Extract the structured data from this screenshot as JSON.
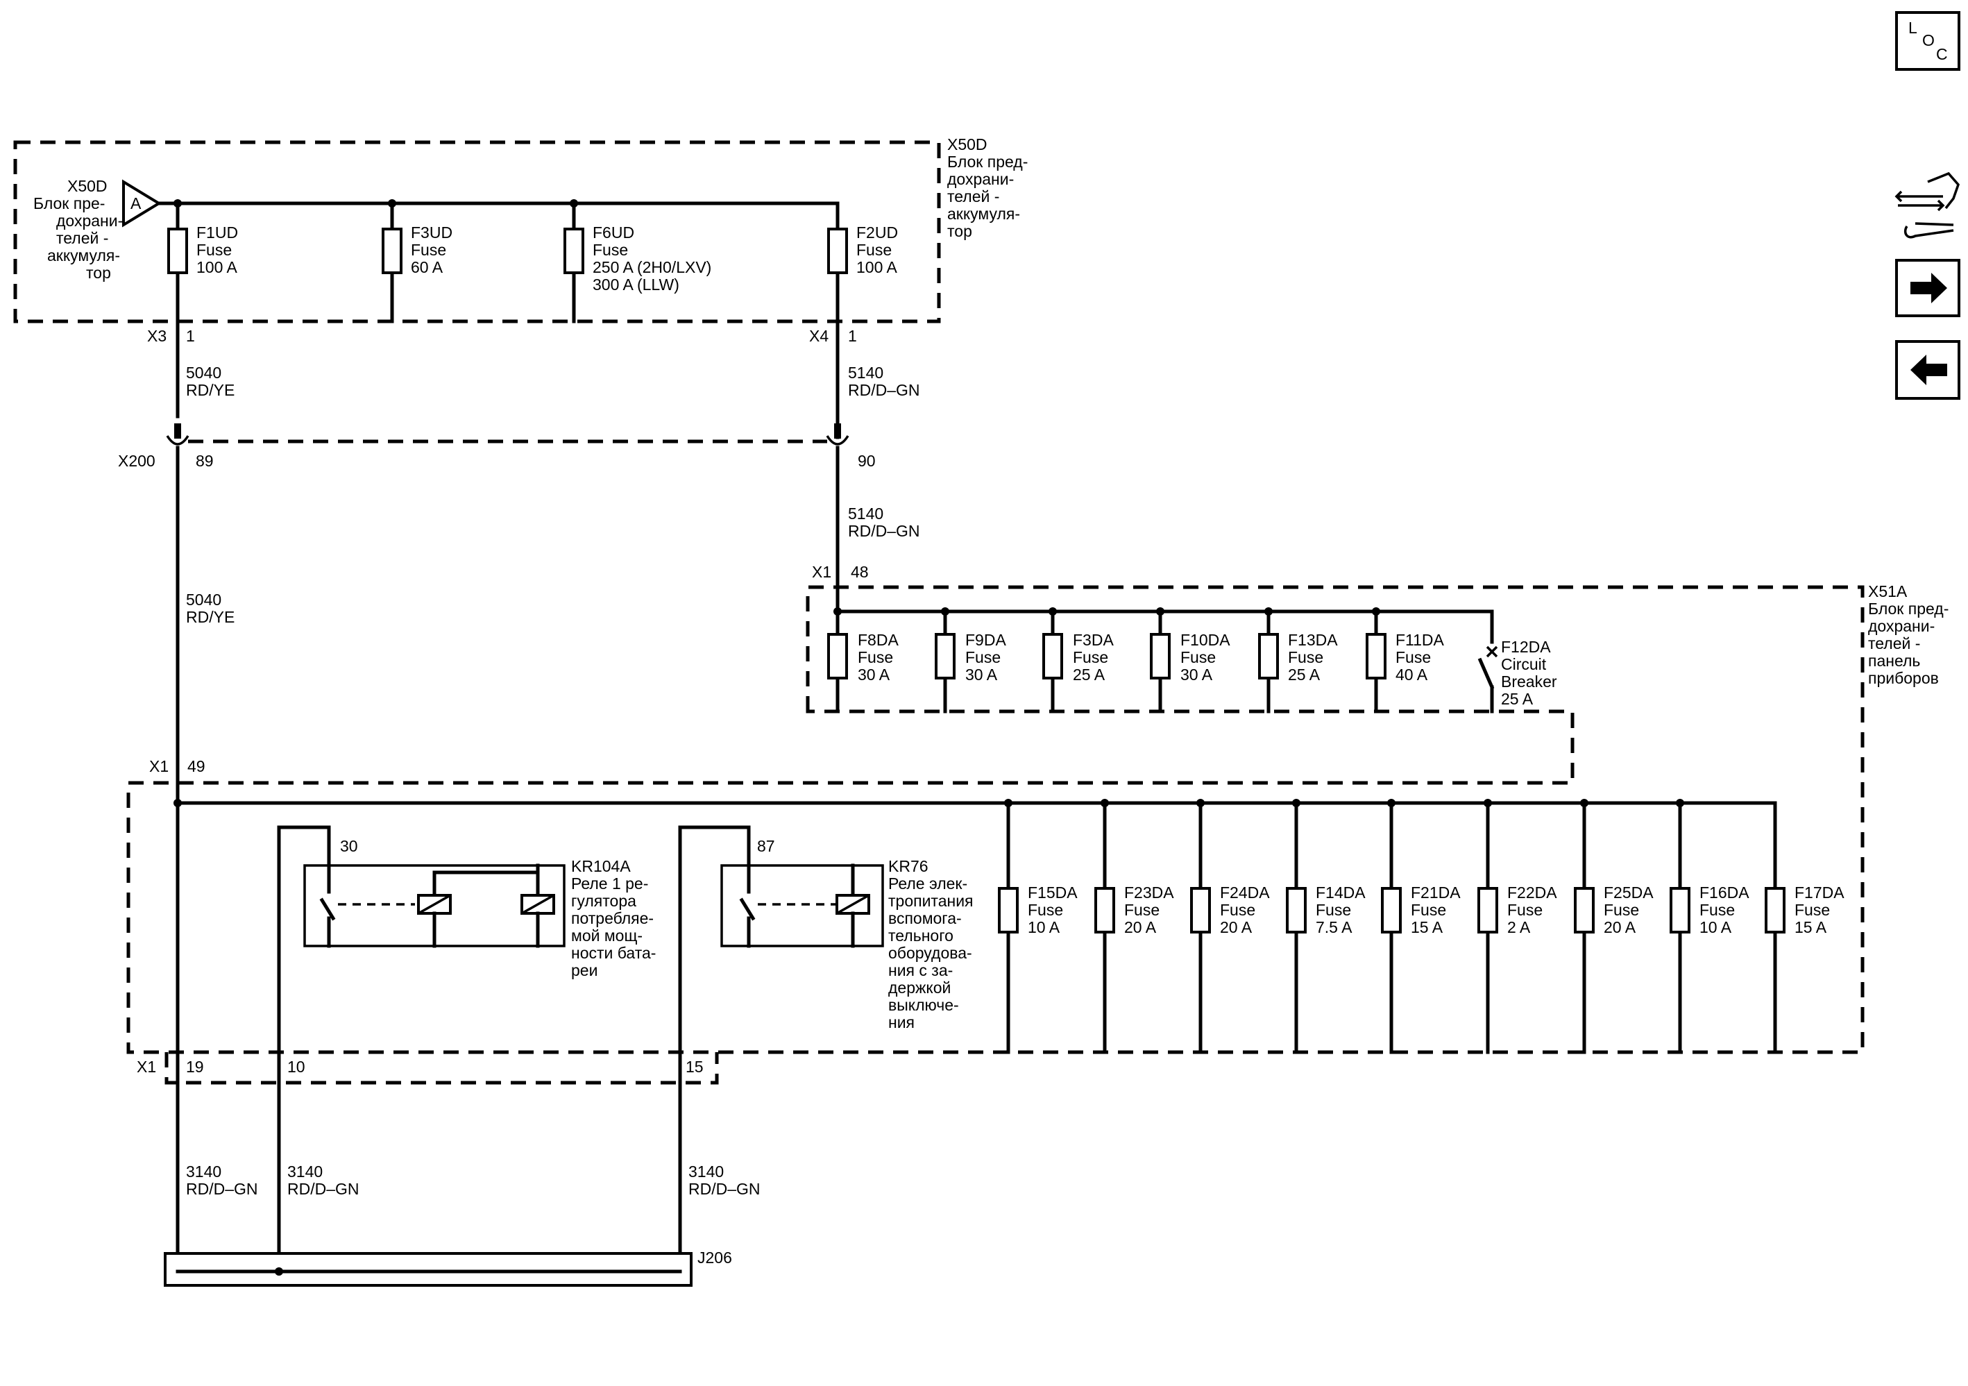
{
  "nav": {
    "loc": {
      "l": "L",
      "o": "O",
      "c": "C"
    }
  },
  "x50d": {
    "name": "X50D",
    "desc": [
      "Блок пред-",
      "дохрани-",
      "телей -",
      "аккумуля-",
      "тор"
    ],
    "left_name": "X50D",
    "left_desc": [
      "Блок пре-",
      "дохрани-",
      "телей -",
      "аккумуля-",
      "тор"
    ],
    "terminal": "A"
  },
  "x50d_fuses": [
    {
      "name": "F1UD",
      "type": "Fuse",
      "rating": "100 A"
    },
    {
      "name": "F3UD",
      "type": "Fuse",
      "rating": "60 A"
    },
    {
      "name": "F6UD",
      "type": "Fuse",
      "rating": "250 A (2H0/LXV)",
      "rating2": "300 A (LLW)"
    },
    {
      "name": "F2UD",
      "type": "Fuse",
      "rating": "100 A"
    }
  ],
  "connectors": {
    "x3": "X3",
    "x3_pin": "1",
    "x4": "X4",
    "x4_pin": "1",
    "x200": "X200",
    "x200_pin_a": "89",
    "x200_pin_b": "90",
    "x1_top": "X1",
    "x1_top_pin": "48",
    "x1_mid": "X1",
    "x1_mid_pin": "49",
    "x1_bot": "X1",
    "x1_bot_pins": [
      "19",
      "10",
      "15"
    ],
    "splice": "J206"
  },
  "wires": {
    "w5040_a": {
      "circuit": "5040",
      "color": "RD/YE"
    },
    "w5140_a": {
      "circuit": "5140",
      "color": "RD/D–GN"
    },
    "w5140_b": {
      "circuit": "5140",
      "color": "RD/D–GN"
    },
    "w5040_b": {
      "circuit": "5040",
      "color": "RD/YE"
    },
    "w3140_a": {
      "circuit": "3140",
      "color": "RD/D–GN"
    },
    "w3140_b": {
      "circuit": "3140",
      "color": "RD/D–GN"
    },
    "w3140_c": {
      "circuit": "3140",
      "color": "RD/D–GN"
    }
  },
  "x51a": {
    "name": "X51A",
    "desc": [
      "Блок пред-",
      "дохрани-",
      "телей -",
      "панель",
      "приборов"
    ]
  },
  "x51a_top_fuses": [
    {
      "name": "F8DA",
      "type": "Fuse",
      "rating": "30 A"
    },
    {
      "name": "F9DA",
      "type": "Fuse",
      "rating": "30 A"
    },
    {
      "name": "F3DA",
      "type": "Fuse",
      "rating": "25 A"
    },
    {
      "name": "F10DA",
      "type": "Fuse",
      "rating": "30 A"
    },
    {
      "name": "F13DA",
      "type": "Fuse",
      "rating": "25 A"
    },
    {
      "name": "F11DA",
      "type": "Fuse",
      "rating": "40 A"
    }
  ],
  "breaker": {
    "name": "F12DA",
    "line2": "Circuit",
    "line3": "Breaker",
    "rating": "25 A"
  },
  "x51a_bottom_fuses": [
    {
      "name": "F15DA",
      "type": "Fuse",
      "rating": "10 A"
    },
    {
      "name": "F23DA",
      "type": "Fuse",
      "rating": "20 A"
    },
    {
      "name": "F24DA",
      "type": "Fuse",
      "rating": "20 A"
    },
    {
      "name": "F14DA",
      "type": "Fuse",
      "rating": "7.5 A"
    },
    {
      "name": "F21DA",
      "type": "Fuse",
      "rating": "15 A"
    },
    {
      "name": "F22DA",
      "type": "Fuse",
      "rating": "2 A"
    },
    {
      "name": "F25DA",
      "type": "Fuse",
      "rating": "20 A"
    },
    {
      "name": "F16DA",
      "type": "Fuse",
      "rating": "10 A"
    },
    {
      "name": "F17DA",
      "type": "Fuse",
      "rating": "15 A"
    }
  ],
  "relays": {
    "kr104a": {
      "pin": "30",
      "name": "KR104A",
      "desc": [
        "Реле 1 ре-",
        "гулятора",
        "потребляе-",
        "мой мощ-",
        "ности бата-",
        "реи"
      ]
    },
    "kr76": {
      "pin": "87",
      "name": "KR76",
      "desc": [
        "Реле элек-",
        "тропитания",
        "вспомога-",
        "тельного",
        "оборудова-",
        "ния с за-",
        "держкой",
        "выключе-",
        "ния"
      ]
    }
  }
}
